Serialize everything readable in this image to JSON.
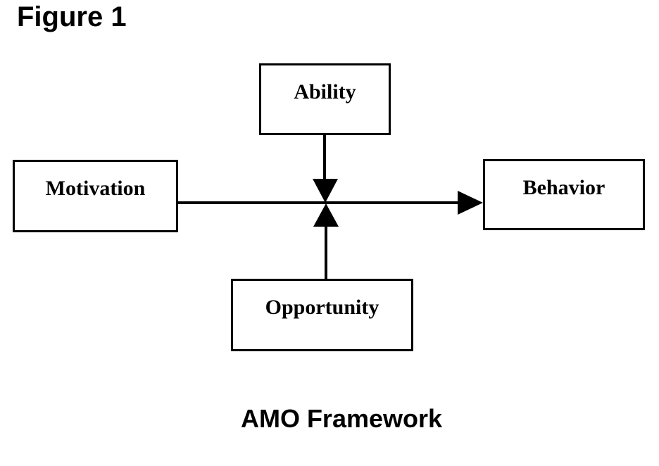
{
  "figure": {
    "label": "Figure 1"
  },
  "caption": "AMO Framework",
  "nodes": {
    "ability": "Ability",
    "motivation": "Motivation",
    "behavior": "Behavior",
    "opportunity": "Opportunity"
  },
  "edges": [
    {
      "from": "Motivation",
      "to": "Behavior",
      "style": "solid-arrow"
    },
    {
      "from": "Ability",
      "to": "Motivation-Behavior link",
      "style": "solid-arrow"
    },
    {
      "from": "Opportunity",
      "to": "Motivation-Behavior link",
      "style": "solid-arrow"
    }
  ],
  "colors": {
    "line": "#000000",
    "text": "#000000",
    "background": "#ffffff"
  }
}
